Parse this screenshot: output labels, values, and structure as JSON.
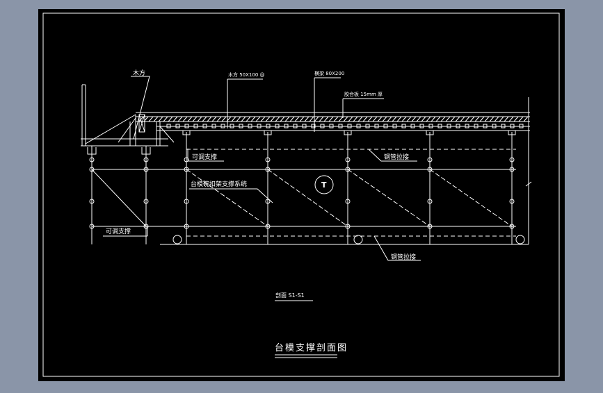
{
  "colors": {
    "app_background": "#8a95a8",
    "canvas": "#000000",
    "line_primary": "#ffffff",
    "frame_border": "#ffffff"
  },
  "labels": {
    "wood_left": "木方",
    "wood_top": "木方 50X100 @",
    "beam_top": "横梁 80X200",
    "plywood": "胶合板 15mm 厚",
    "adjustable_support_1": "可调支撑",
    "system_name": "台模碗扣架支撑系统",
    "steel_tie_upper": "钢管拉接",
    "adjustable_support_2": "可调支撑",
    "steel_tie_lower": "钢管拉接",
    "section_marker": "T",
    "section_ref": "剖面 S1-S1",
    "main_title": "台模支撑剖面图"
  }
}
